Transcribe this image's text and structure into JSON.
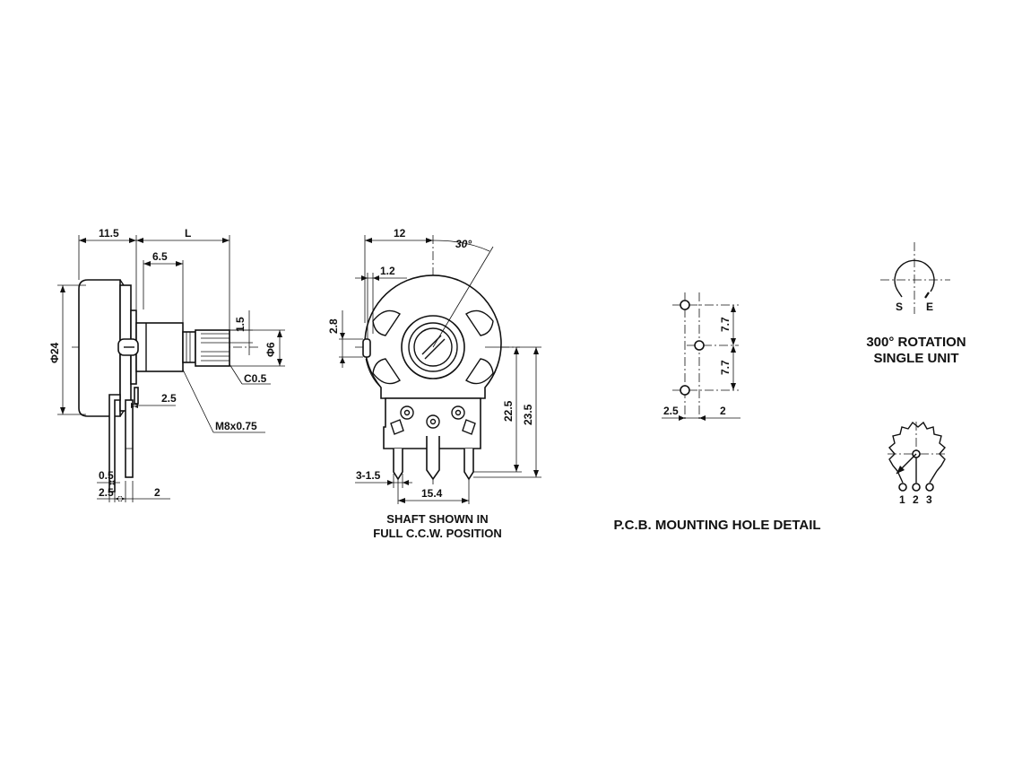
{
  "side_view": {
    "dims": {
      "body_len": "11.5",
      "shaft_len": "L",
      "bushing_len": "6.5",
      "flat_depth": "1.5",
      "shaft_dia": "Φ6",
      "body_dia": "Φ24",
      "chamfer": "C0.5",
      "bracket": "2.5",
      "thread": "M8x0.75",
      "pin_thick": "0.5",
      "pin_offset": "2.5",
      "pin_width": "2"
    }
  },
  "front_view": {
    "dims": {
      "half_width": "12",
      "angle": "30°",
      "tab_width": "1.2",
      "tab_height": "2.8",
      "height_inner": "22.5",
      "height_outer": "23.5",
      "pin_width": "3-1.5",
      "pin_span": "15.4"
    },
    "caption_line1": "SHAFT SHOWN IN",
    "caption_line2": "FULL C.C.W. POSITION"
  },
  "pcb_view": {
    "dims": {
      "pitch_top": "7.7",
      "pitch_bottom": "7.7",
      "offset_left": "2.5",
      "offset_right": "2"
    },
    "caption": "P.C.B. MOUNTING HOLE DETAIL"
  },
  "rotation": {
    "start_label": "S",
    "end_label": "E",
    "caption_line1": "300° ROTATION",
    "caption_line2": "SINGLE UNIT"
  },
  "schematic": {
    "pin1": "1",
    "pin2": "2",
    "pin3": "3"
  }
}
